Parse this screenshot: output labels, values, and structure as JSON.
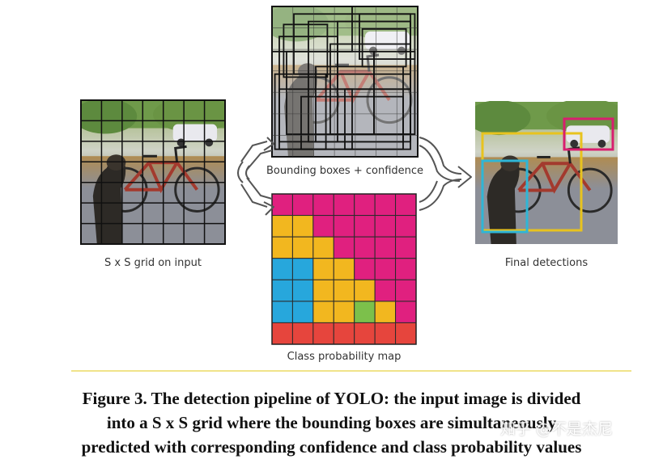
{
  "labels": {
    "input": "S x S grid on input",
    "boxes": "Bounding boxes + confidence",
    "classmap": "Class probability map",
    "final": "Final detections"
  },
  "caption": {
    "line1": "Figure 3. The detection pipeline of YOLO: the input image is divided",
    "line2": "into a S x S grid where the bounding boxes are simultaneously",
    "line3": "predicted with corresponding confidence and class probability values"
  },
  "watermark": "知乎 @不是杰尼",
  "colors": {
    "magenta": "#e0207f",
    "yellow": "#f2b71f",
    "cyan": "#27a7dc",
    "green": "#7cc04b",
    "red": "#e6453d",
    "box_yellow": "#e8c31e",
    "box_cyan": "#2fb6d6",
    "box_magenta": "#d81f6f"
  },
  "class_map": [
    [
      "magenta",
      "magenta",
      "magenta",
      "magenta",
      "magenta",
      "magenta",
      "magenta"
    ],
    [
      "yellow",
      "yellow",
      "magenta",
      "magenta",
      "magenta",
      "magenta",
      "magenta"
    ],
    [
      "yellow",
      "yellow",
      "yellow",
      "magenta",
      "magenta",
      "magenta",
      "magenta"
    ],
    [
      "cyan",
      "cyan",
      "yellow",
      "yellow",
      "magenta",
      "magenta",
      "magenta"
    ],
    [
      "cyan",
      "cyan",
      "yellow",
      "yellow",
      "yellow",
      "magenta",
      "magenta"
    ],
    [
      "cyan",
      "cyan",
      "yellow",
      "yellow",
      "green",
      "yellow",
      "magenta"
    ],
    [
      "red",
      "red",
      "red",
      "red",
      "red",
      "red",
      "red"
    ]
  ]
}
